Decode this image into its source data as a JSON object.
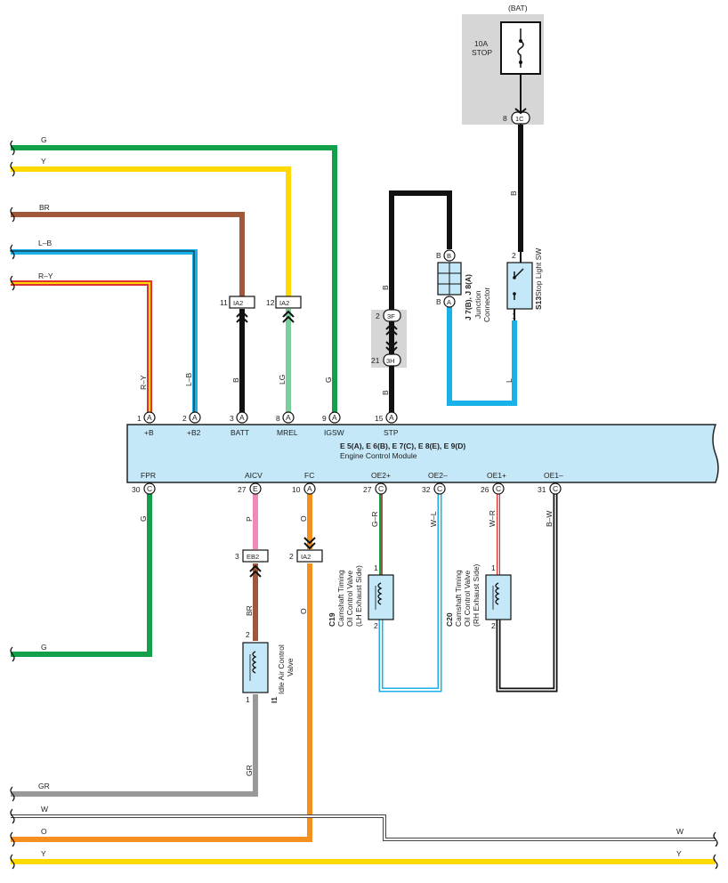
{
  "power": {
    "label": "(BAT)",
    "fuse_amp": "10A",
    "fuse_name": "STOP",
    "pin": "8",
    "connector": "1C"
  },
  "wires": {
    "g": "G",
    "y": "Y",
    "br": "BR",
    "lb": "L–B",
    "ry": "R–Y",
    "b": "B",
    "lg": "LG",
    "l": "L",
    "p": "P",
    "o": "O",
    "gr": "GR",
    "w": "W",
    "gr_code": "G–R",
    "wl": "W–L",
    "wr": "W–R",
    "bw": "B–W"
  },
  "connectors": {
    "ia2": "IA2",
    "eb2": "EB2",
    "c3f": "3F",
    "c3h": "3H",
    "c1c": "1C",
    "pin_a": "A",
    "pin_b": "B",
    "pin_c": "C",
    "pin_e": "E"
  },
  "pins": {
    "p1": "1",
    "p2": "2",
    "p3": "3",
    "p8": "8",
    "p9": "9",
    "p10": "10",
    "p11": "11",
    "p12": "12",
    "p15": "15",
    "p21": "21",
    "p26": "26",
    "p27": "27",
    "p30": "30",
    "p31": "31",
    "p32": "32"
  },
  "ecm": {
    "title": "E 5(A), E 6(B), E 7(C), E 8(E), E 9(D)",
    "subtitle": "Engine Control Module",
    "top_terms": [
      "+B",
      "+B2",
      "BATT",
      "MREL",
      "IGSW",
      "STP"
    ],
    "bottom_terms": [
      "FPR",
      "AICV",
      "FC",
      "OE2+",
      "OE2–",
      "OE1+",
      "OE1–"
    ]
  },
  "components": {
    "junction_id": "J 7(B), J 8(A)",
    "junction_l1": "Junction",
    "junction_l2": "Connector",
    "s13_id": "S13",
    "s13_name": "Stop Light SW",
    "i1_id": "I1",
    "i1_l1": "Idle Air Control",
    "i1_l2": "Valve",
    "c19_id": "C19",
    "c19_l1": "Camshaft Timing",
    "c19_l2": "Oil Control Valve",
    "c19_l3": "(LH Exhaust Side)",
    "c20_id": "C20",
    "c20_l1": "Camshaft Timing",
    "c20_l2": "Oil Control Valve",
    "c20_l3": "(RH Exhaust Side)"
  },
  "colors": {
    "green": "#12a04a",
    "yellow": "#ffd900",
    "brown": "#a0583a",
    "blue": "#1ab0e8",
    "red": "#e03030",
    "black": "#111111",
    "lightgreen": "#7ccf9a",
    "pink": "#f088b8",
    "orange": "#f5901e",
    "gray": "#999999",
    "ecm_fill": "#c5e8f8",
    "gray_box": "#d6d6d6"
  }
}
